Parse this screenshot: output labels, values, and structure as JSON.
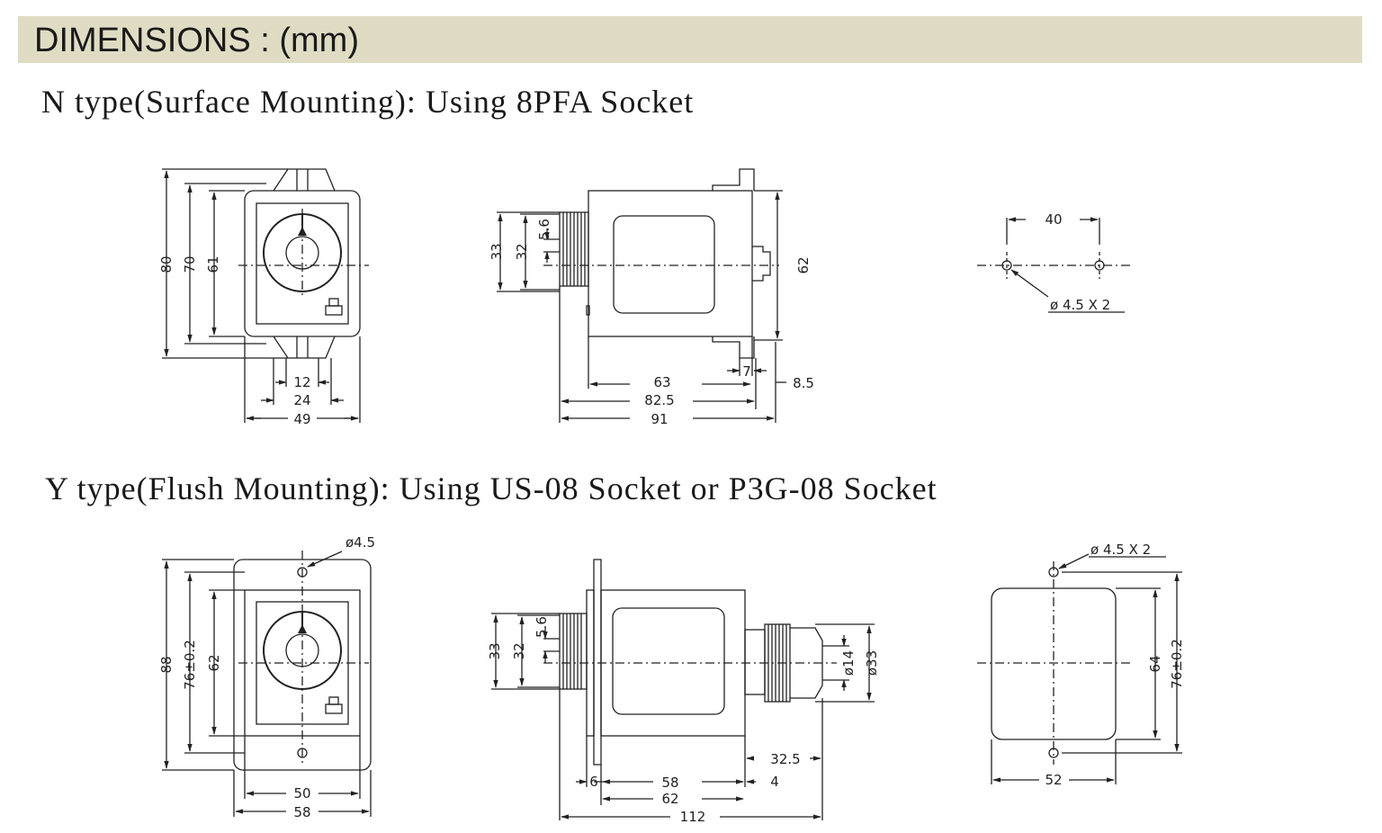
{
  "header": {
    "title": "DIMENSIONS : (mm)"
  },
  "sections": {
    "n_type": {
      "title": "N type(Surface Mounting): Using 8PFA Socket",
      "front": {
        "h_outer": "80",
        "h_mid": "70",
        "h_inner": "61",
        "w_slot": "12",
        "w_mid": "24",
        "w_total": "49"
      },
      "side": {
        "h33": "33",
        "h32": "32",
        "h56": "5.6",
        "h62": "62",
        "d7": "7",
        "d85": "8.5",
        "d63": "63",
        "d825": "82.5",
        "d91": "91"
      },
      "cutout": {
        "w40": "40",
        "holes": "ø 4.5 X 2"
      }
    },
    "y_type": {
      "title": "Y type(Flush Mounting): Using US-08 Socket or P3G-08 Socket",
      "front": {
        "hole": "ø4.5",
        "h88": "88",
        "h76": "76±0.2",
        "h62": "62",
        "w50": "50",
        "w58": "58"
      },
      "side": {
        "h33": "33",
        "h32": "32",
        "h56": "5.6",
        "d14": "ø14",
        "d33": "ø33",
        "d325": "32.5",
        "d4": "4",
        "d6": "6",
        "d58": "58",
        "d62": "62",
        "d112": "112"
      },
      "cutout": {
        "holes": "ø 4.5 X 2",
        "h64": "64",
        "h76": "76±0.2",
        "w52": "52"
      }
    }
  }
}
